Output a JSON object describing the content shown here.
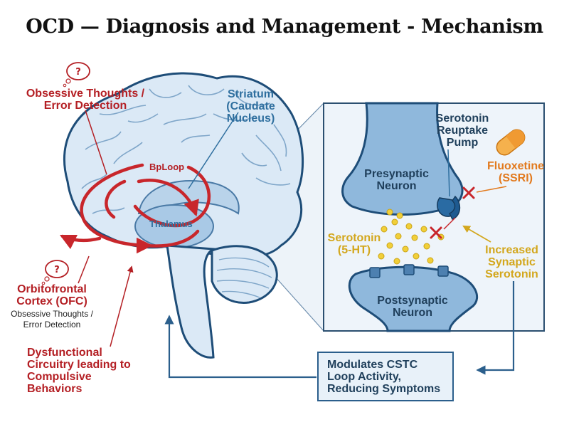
{
  "title": "OCD — Diagnosis and Management - Mechanism",
  "labels": {
    "obsessive_top": "Obsessive Thoughts / Error Detection",
    "striatum": "Striatum (Caudate Nucleus)",
    "bp_loop": "BpLoop",
    "thalamus": "Thalamus",
    "ofc": "Orbitofrontal Cortex (OFC)",
    "ofc_sub": "Obsessive Thoughts / Error Detection",
    "dysfunctional": "Dysfunctional Circuitry leading to Compulsive Behaviors",
    "presynaptic": "Presynaptic Neuron",
    "postsynaptic": "Postsynaptic Neuron",
    "reuptake": "Serotonin Reuptake Pump",
    "fluoxetine": "Fluoxetine (SSRI)",
    "serotonin": "Serotonin (5-HT)",
    "increased": "Increased Synaptic Serotonin",
    "modulates": "Modulates CSTC Loop Activity, Reducing Symptoms"
  },
  "icons": [
    "thought-bubble-icon",
    "capsule-icon",
    "blocked-x-icon"
  ],
  "colors": {
    "circuit_red": "#c8262b",
    "brain_outline": "#1e4d78",
    "neuron_blue": "#6fa3cf",
    "serotonin_gold": "#f1cf39",
    "capsule_orange": "#f09a32"
  }
}
